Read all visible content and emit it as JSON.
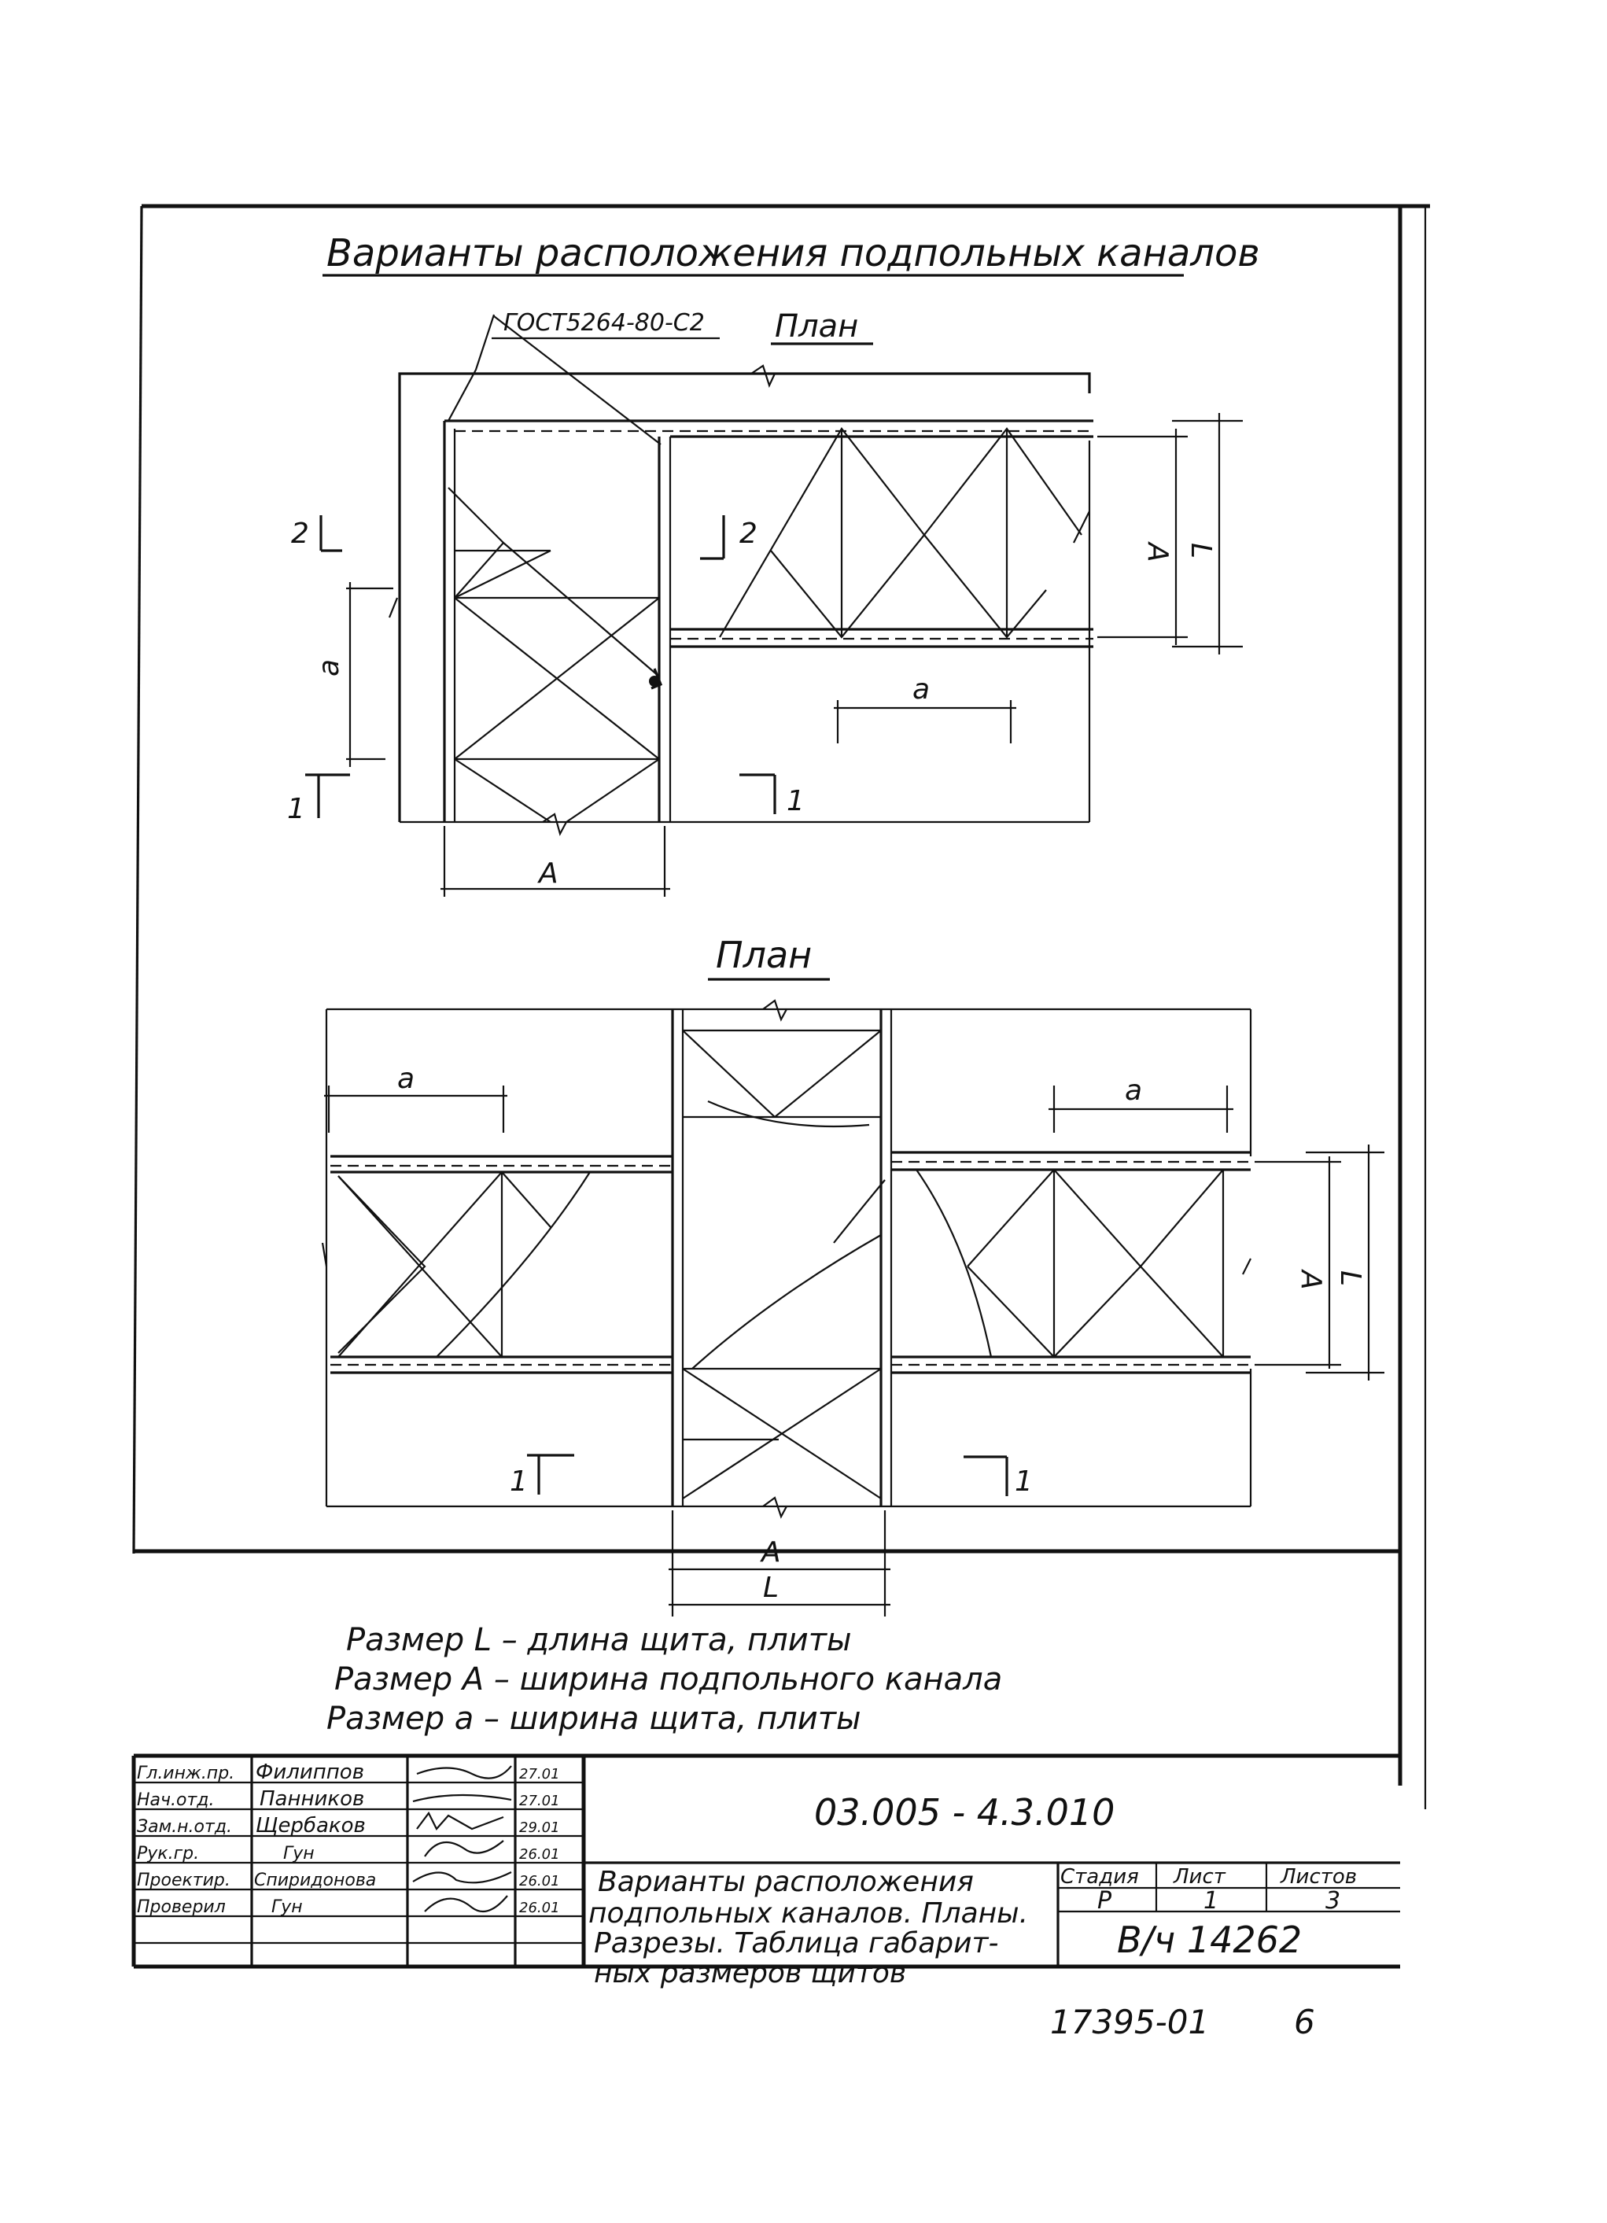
{
  "title": "Варианты расположения подпольных каналов",
  "gost_label": "ГОСТ5264-80-С2",
  "plan_label_top": "План",
  "plan_label_bottom": "План",
  "dims": {
    "A": "A",
    "L": "L",
    "a": "a",
    "section_1": "1",
    "section_2": "2"
  },
  "legend": [
    "Размер L – длина щита, плиты",
    "Размер А – ширина подпольного канала",
    "Размер а – ширина щита, плиты"
  ],
  "title_block": {
    "code": "03.005 - 4.3.010",
    "description_lines": [
      "Варианты расположения",
      "подпольных каналов. Планы.",
      "Разрезы. Таблица габарит-",
      "ных размеров щитов"
    ],
    "stage_header": "Стадия",
    "sheet_header": "Лист",
    "sheets_header": "Листов",
    "stage": "Р",
    "sheet": "1",
    "sheets": "3",
    "org": "В/ч 14262",
    "roles": [
      {
        "role": "Гл.инж.пр.",
        "name": "Филиппов",
        "date": "27.01"
      },
      {
        "role": "Нач.отд.",
        "name": "Панников",
        "date": "27.01"
      },
      {
        "role": "Зам.н.отд.",
        "name": "Щербаков",
        "date": "29.01"
      },
      {
        "role": "Рук.гр.",
        "name": "Гун",
        "date": "26.01"
      },
      {
        "role": "Проектир.",
        "name": "Спиридонова",
        "date": "26.01"
      },
      {
        "role": "Проверил",
        "name": "Гун",
        "date": "26.01"
      }
    ]
  },
  "footer": {
    "archive_no": "17395-01",
    "page": "6"
  }
}
